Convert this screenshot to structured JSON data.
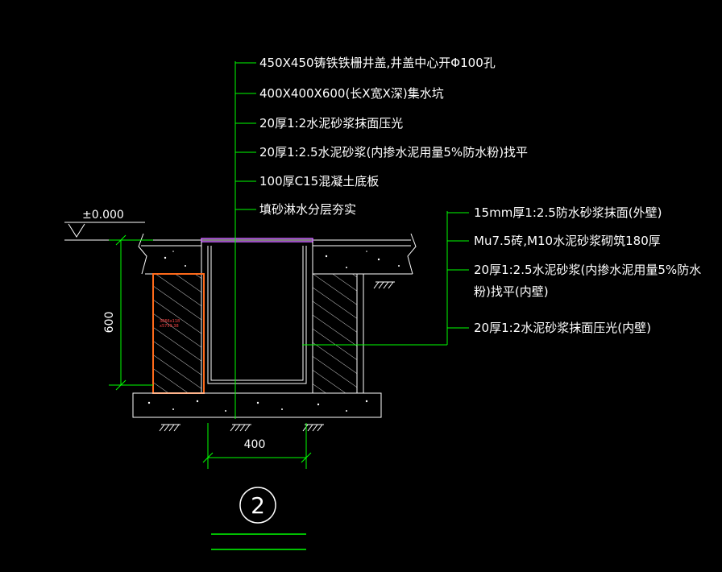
{
  "elevation": {
    "label": "±0.000"
  },
  "notes_top": [
    "450X450铸铁铁栅井盖,井盖中心开Φ100孔",
    "400X400X600(长X宽X深)集水坑",
    "20厚1:2水泥砂浆抹面压光",
    "20厚1:2.5水泥砂浆(内掺水泥用量5%防水粉)找平",
    "100厚C15混凝土底板",
    "填砂淋水分层夯实"
  ],
  "notes_right": [
    "15mm厚1:2.5防水砂浆抹面(外壁)",
    "Mu7.5砖,M10水泥砂浆砌筑180厚",
    "20厚1:2.5水泥砂浆(内掺水泥用量5%防水",
    "粉)找平(内壁)",
    "20厚1:2水泥砂浆抹面压光(内壁)"
  ],
  "dimensions": {
    "depth": "600",
    "width": "400"
  },
  "detail_number": "2",
  "highlight_text": [
    "3866x118",
    "x5759.38"
  ],
  "colors": {
    "background": "#000000",
    "leader": "#00ff00",
    "outline": "#ffffff",
    "highlight": "#ff6a1a",
    "cover": "#cc66ff"
  }
}
